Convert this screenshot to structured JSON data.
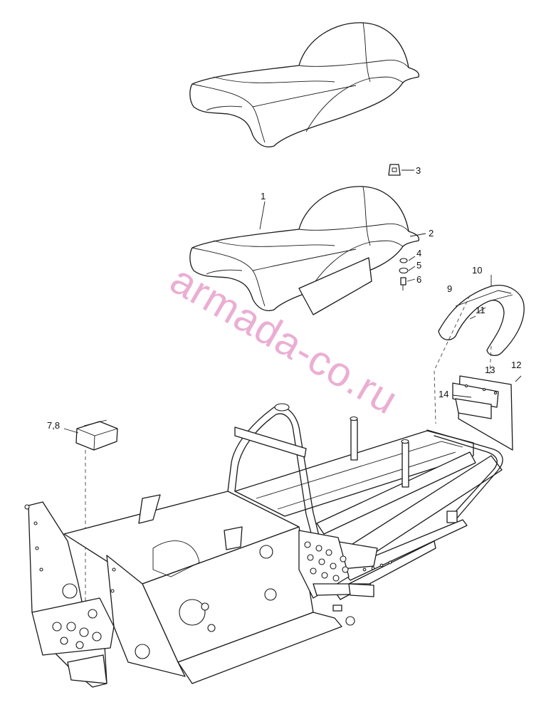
{
  "watermark": "armada-co.ru",
  "callouts": [
    {
      "id": "c1",
      "text": "1"
    },
    {
      "id": "c2",
      "text": "2"
    },
    {
      "id": "c3",
      "text": "3"
    },
    {
      "id": "c4",
      "text": "4"
    },
    {
      "id": "c5",
      "text": "5"
    },
    {
      "id": "c6",
      "text": "6"
    },
    {
      "id": "c78",
      "text": "7,8"
    },
    {
      "id": "c9",
      "text": "9"
    },
    {
      "id": "c10",
      "text": "10"
    },
    {
      "id": "c11",
      "text": "11"
    },
    {
      "id": "c12",
      "text": "12"
    },
    {
      "id": "c13",
      "text": "13"
    },
    {
      "id": "c14",
      "text": "14"
    }
  ]
}
